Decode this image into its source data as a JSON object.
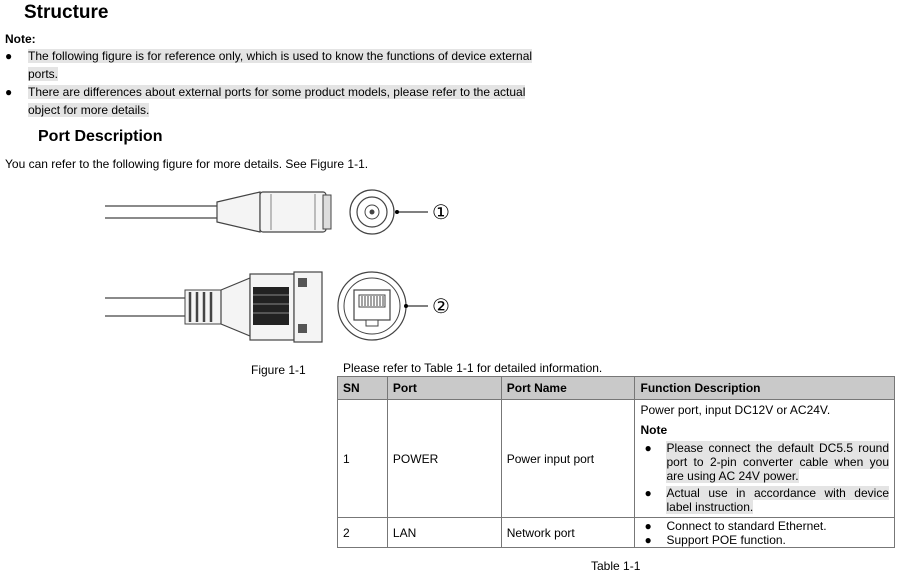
{
  "heading": "Structure",
  "note_label": "Note:",
  "notes": [
    "The following figure is for reference only, which is used to know the functions of device external ports.",
    "There are differences about external ports for some product models, please refer to the actual object for more details."
  ],
  "subheading": "Port Description",
  "intro": "You can refer to the following figure for more details. See Figure 1-1.",
  "figure": {
    "caption": "Figure 1-1",
    "callouts": [
      "①",
      "②"
    ]
  },
  "refer_text": "Please refer to Table 1-1 for detailed information.",
  "table": {
    "headers": [
      "SN",
      "Port",
      "Port Name",
      "Function Description"
    ],
    "rows": [
      {
        "sn": "1",
        "port": "POWER",
        "name": "Power input port",
        "desc_main": "Power port, input DC12V or AC24V.",
        "note_label": "Note",
        "bullets": [
          "Please connect the default DC5.5 round port to 2-pin converter cable when you are using AC 24V power.",
          "Actual use in accordance with device label instruction."
        ]
      },
      {
        "sn": "2",
        "port": "LAN",
        "name": "Network port",
        "bullets": [
          "Connect to standard Ethernet.",
          "Support POE function."
        ]
      }
    ],
    "caption": "Table 1-1"
  }
}
